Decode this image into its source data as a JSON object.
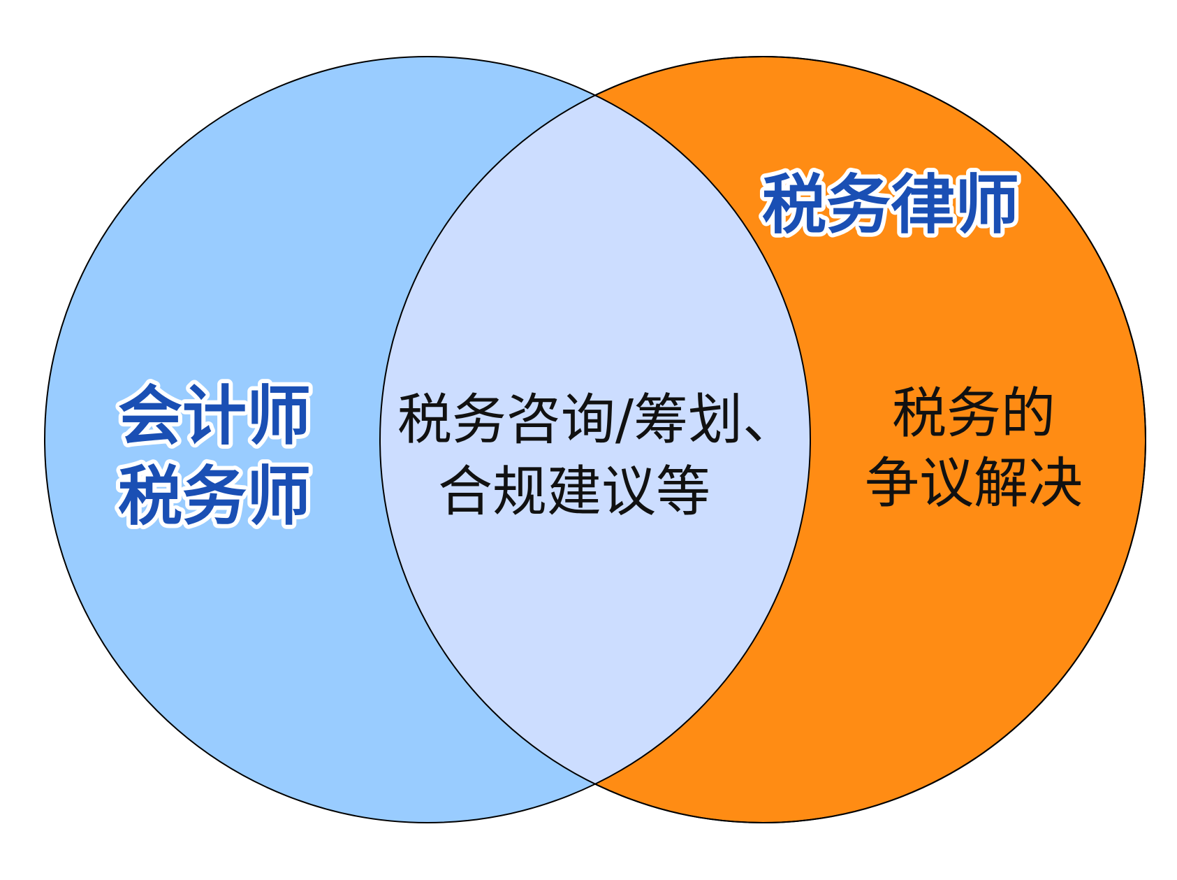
{
  "diagram": {
    "type": "venn",
    "colors": {
      "left_circle": "#99CCFF",
      "right_circle": "#FF8C14",
      "intersection": "#CCDDFF",
      "outline": "#000000",
      "set_label": "#1A4FB4",
      "set_label_outline": "#FFFFFF",
      "body_text": "#111111"
    },
    "left_set": {
      "lines": [
        "会计师",
        "税务师"
      ]
    },
    "right_set": {
      "lines": [
        "税务律师"
      ]
    },
    "intersection": {
      "lines": [
        "税务咨询/筹划、",
        "合规建议等"
      ]
    },
    "right_only": {
      "lines": [
        "税务的",
        "争议解决"
      ]
    }
  }
}
